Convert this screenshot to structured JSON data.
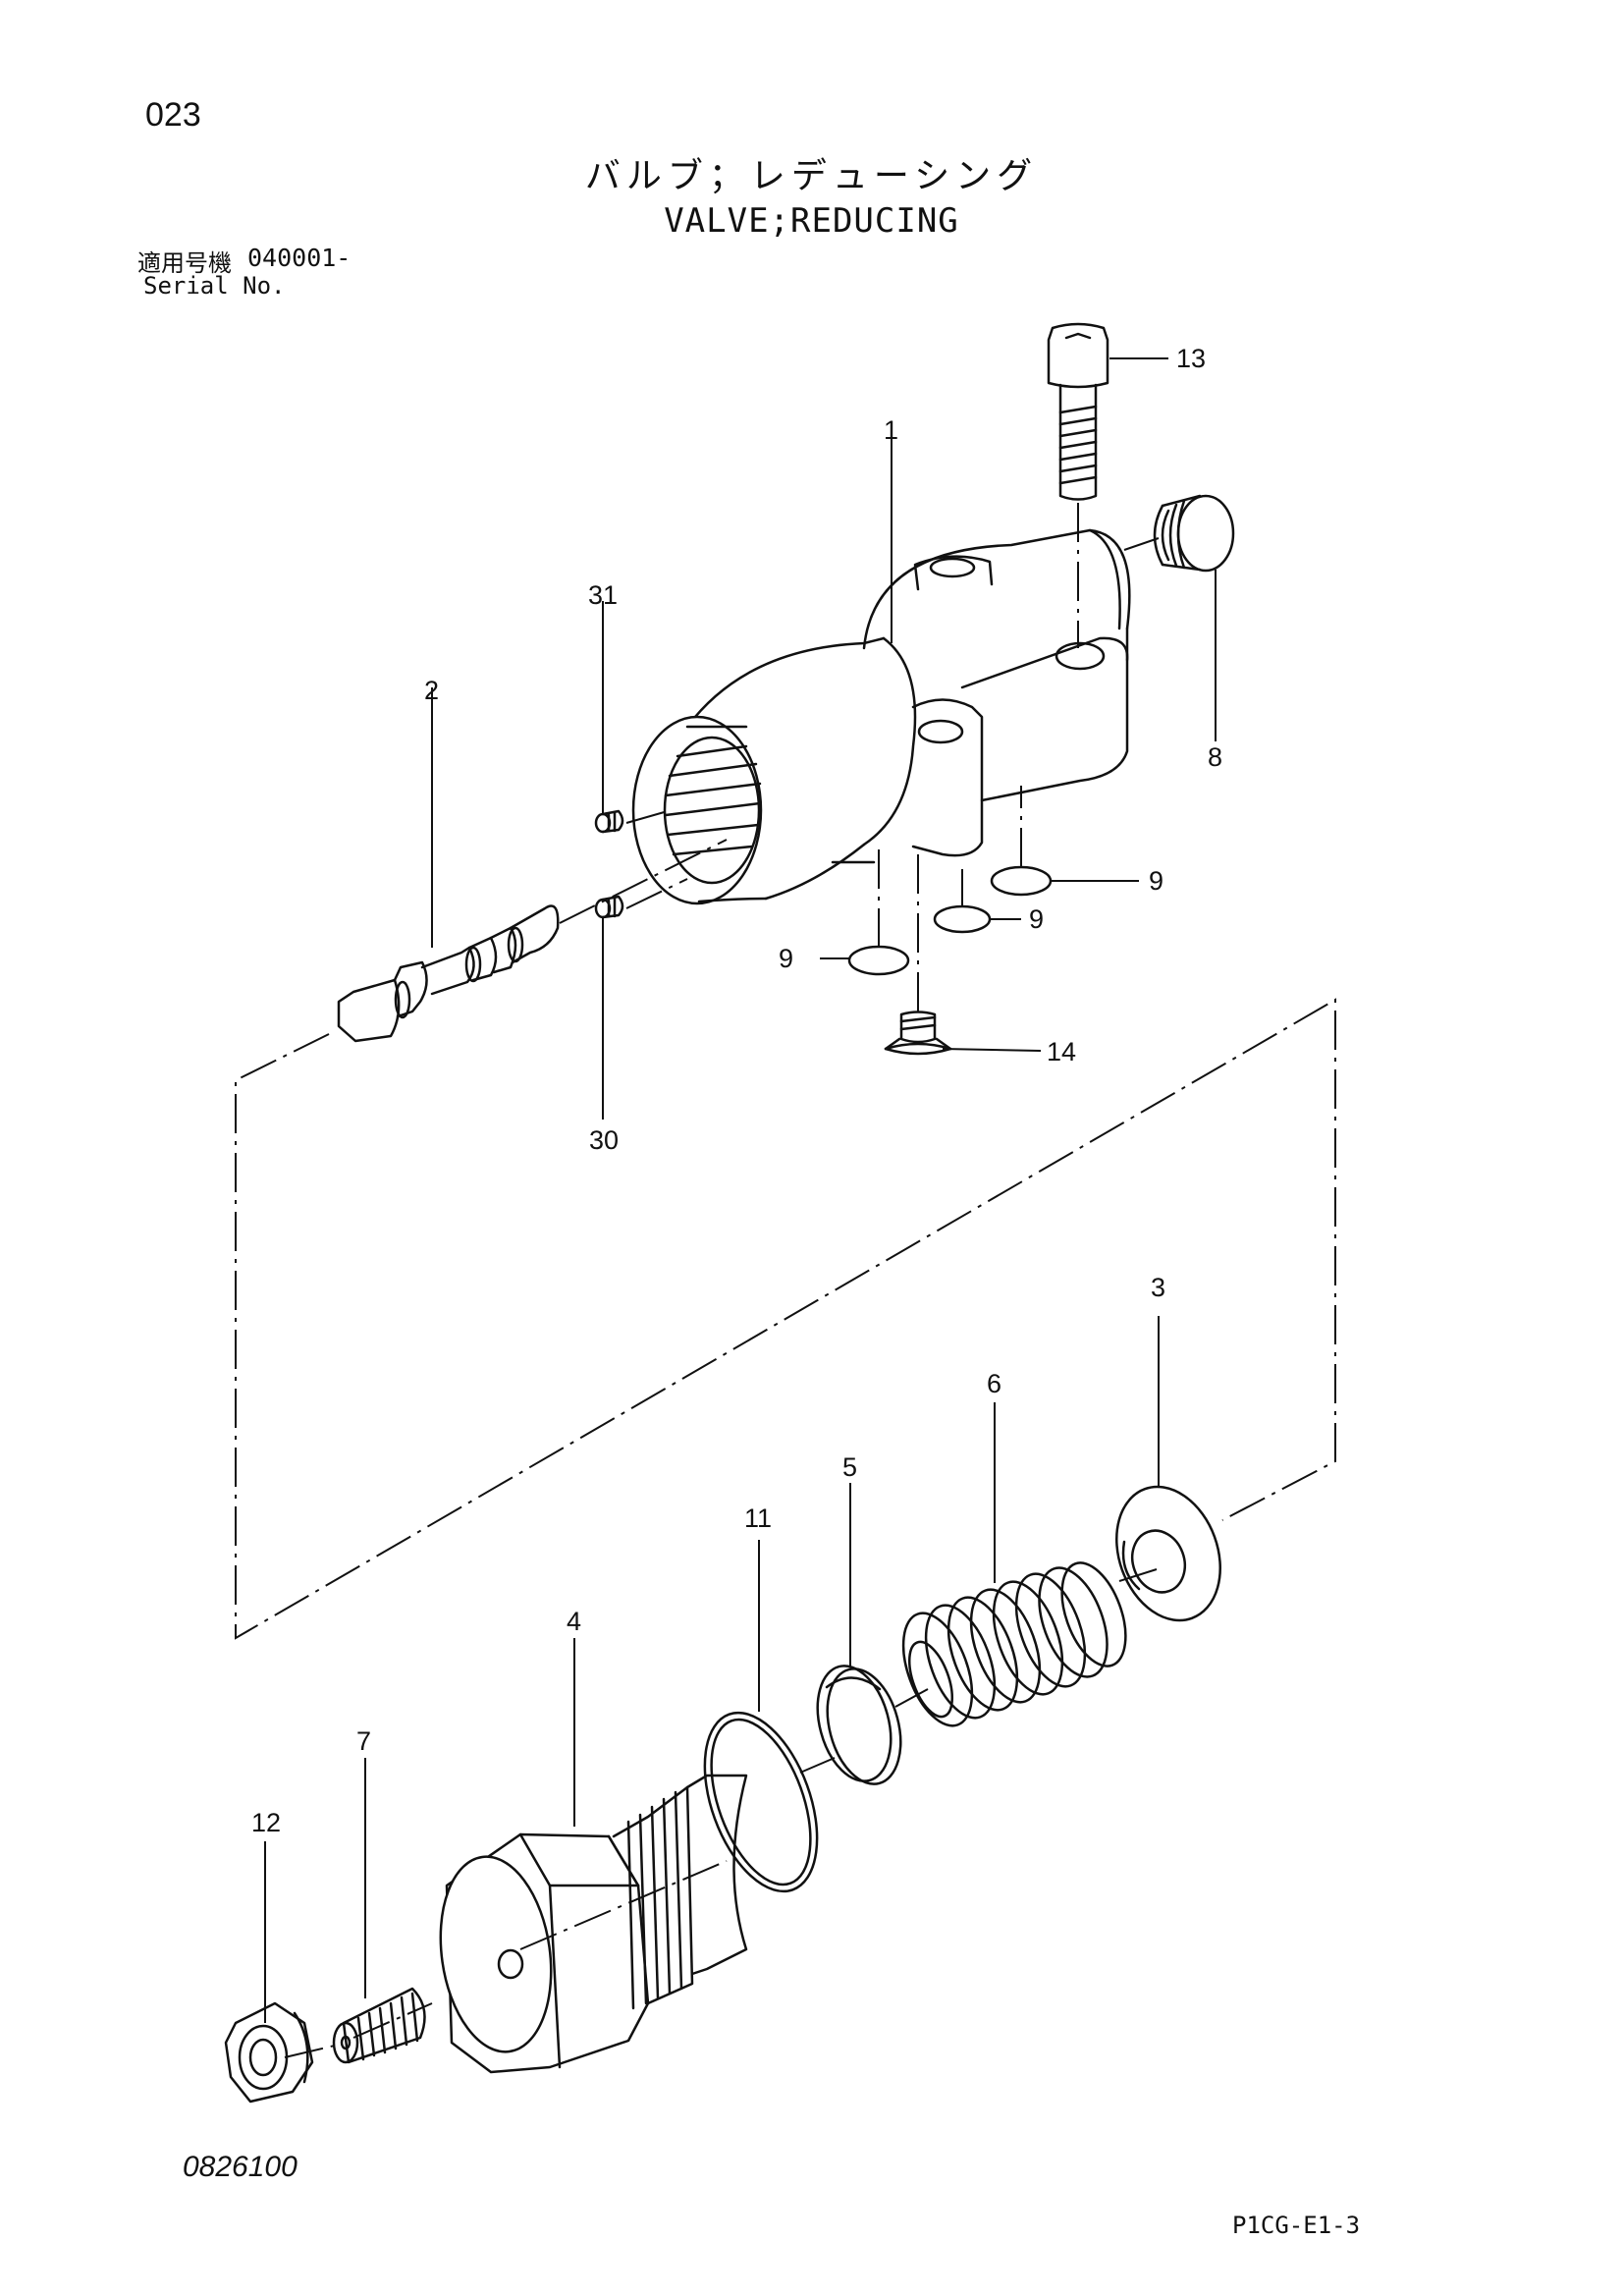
{
  "header": {
    "page_number": "023",
    "title_jp": "バルブ；レデューシング",
    "title_en": "VALVE;REDUCING",
    "serial_label_jp": "適用号機",
    "serial_range": "040001-",
    "serial_label_en": "Serial No."
  },
  "callouts": {
    "p1": "1",
    "p2": "2",
    "p3": "3",
    "p4": "4",
    "p5": "5",
    "p6": "6",
    "p7": "7",
    "p8": "8",
    "p9a": "9",
    "p9b": "9",
    "p9c": "9",
    "p11": "11",
    "p12": "12",
    "p13": "13",
    "p14": "14",
    "p30": "30",
    "p31": "31"
  },
  "footer": {
    "drawing_number": "0826100",
    "sheet_code": "P1CG-E1-3"
  },
  "colors": {
    "line": "#111111",
    "paper": "#ffffff"
  }
}
